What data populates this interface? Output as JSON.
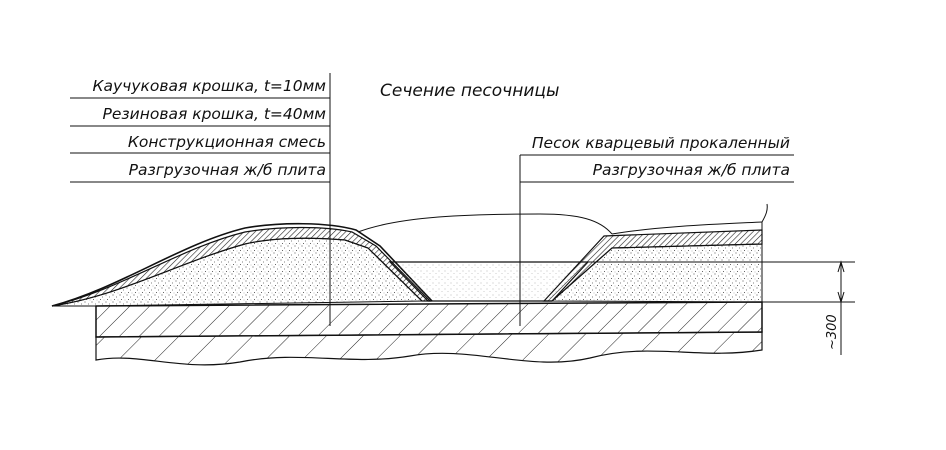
{
  "title": "Сечение песочницы",
  "left_callout": {
    "layers": [
      "Каучуковая крошка, t=10мм",
      "Резиновая крошка, t=40мм",
      "Конструкционная смесь",
      "Разгрузочная ж/б плита"
    ]
  },
  "right_callout": {
    "layers": [
      "Песок кварцевый прокаленный",
      "Разгрузочная ж/б плита"
    ]
  },
  "dimension": {
    "label": "~300"
  },
  "colors": {
    "line": "#111111",
    "background": "#ffffff"
  }
}
